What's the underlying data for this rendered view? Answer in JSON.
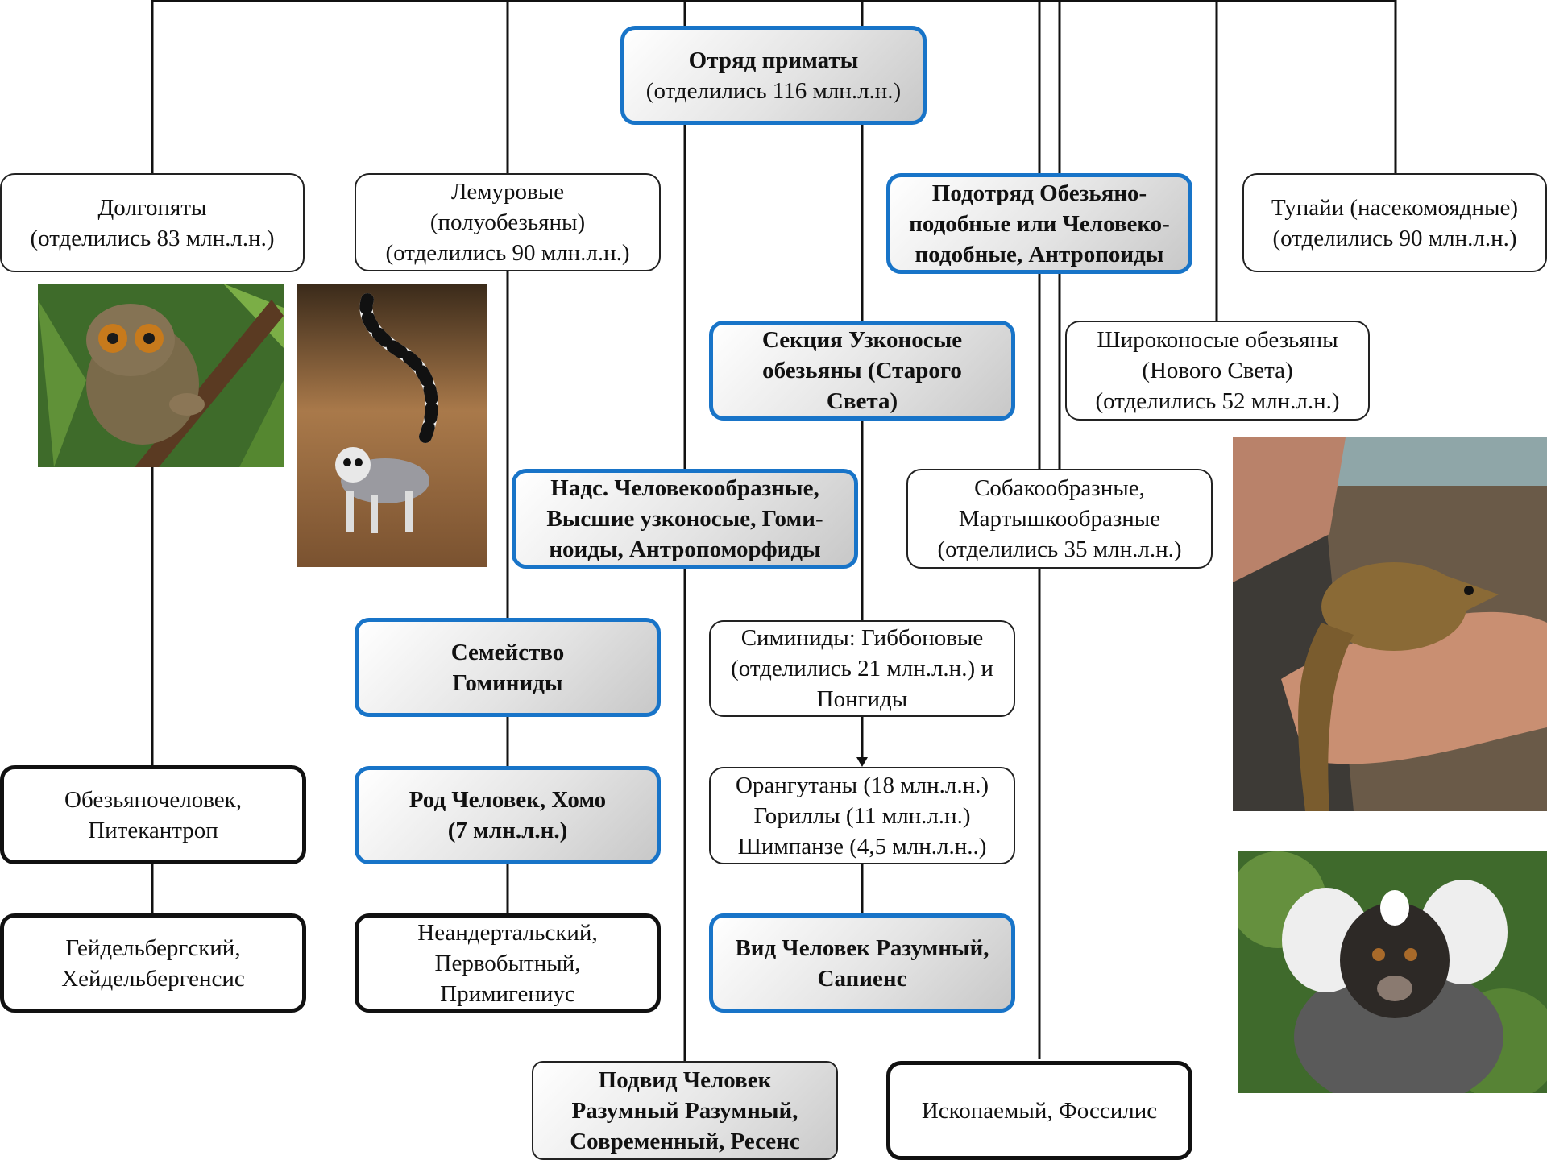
{
  "root": {
    "title": "Отряд приматы",
    "sub": "(отделились 116 млн.л.н.)"
  },
  "tarsiers": "Долгопяты\n(отделились 83 млн.л.н.)",
  "lemurs": "Лемуровые\n(полуобезьяны)\n(отделились 90 млн.л.н.)",
  "anthropoids": "Подотряд Обезьяно-\nподобные или Человеко-\nподобные, Антропоиды",
  "tupaia": "Тупайи (насекомоядные)\n(отделились 90 млн.л.н.)",
  "catarrhini": "Секция Узконосые\nобезьяны (Старого\nСвета)",
  "platyrrhini": "Широконосые обезьяны\n(Нового Света)\n(отделились 52 млн.л.н.)",
  "hominoids": "Надс. Человекообразные,\nВысшие узконосые, Гоми-\nноиды, Антропоморфиды",
  "cynomorphs": "Собакообразные,\nМартышкообразные\n(отделились 35 млн.л.н.)",
  "hominids": "Семейство\nГоминиды",
  "siminids": "Симиниды: Гиббоновые\n(отделились 21 млн.л.н.) и\nПонгиды",
  "pithecanthropus": "Обезьяночеловек,\nПитекантроп",
  "homo": "Род Человек, Хомо\n(7 млн.л.н.)",
  "great_apes": "Орангутаны (18 млн.л.н.)\nГориллы (11 млн.л.н.)\nШимпанзе (4,5 млн.л.н..)",
  "heidelberg": "Гейдельбергский,\nХейдельбергенсис",
  "neanderthal": "Неандертальский,\nПервобытный,\nПримигениус",
  "sapiens": "Вид Человек Разумный,\nСапиенс",
  "recens": "Подвид Человек\nРазумный Разумный,\nСовременный, Ресенс",
  "fossilis": "Ископаемый, Фоссилис",
  "colors": {
    "accent_border": "#1874c8",
    "line": "#111111"
  }
}
